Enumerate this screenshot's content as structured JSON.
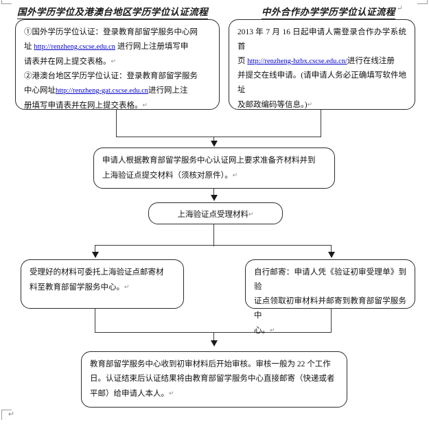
{
  "page": {
    "end_of_paragraph_mark": "↵"
  },
  "flow": {
    "titles": {
      "left": "国外学历学位及港澳台地区学历学位认证流程",
      "right": "中外合作办学学历学位认证流程",
      "right_mark": "↵"
    },
    "nodes": {
      "overseas": {
        "name": "overseas-degree-node",
        "line1": "①国外学历学位认证：登录教育部留学服务中心网",
        "line2_pre": "址",
        "url1": "http://renzheng.cscse.edu.cn",
        "line2_post": "进行网上注册填写申",
        "line3": "请表并在网上提交表格。",
        "line4": "②港澳台地区学历学位认证：登录教育部留学服务",
        "line5_pre": "中心网址",
        "url2": "http://renzheng-gat.cscse.edu.cn",
        "line5_post": "进行网上注",
        "line6": "册填写申请表并在网上提交表格。",
        "mark": "↵"
      },
      "joint": {
        "name": "joint-program-node",
        "line1": "2013 年 7 月 16 日起申请人需登录合作办学系统首",
        "line2_pre": "页",
        "url": "http://renzheng-hzbx.cscse.edu.cn/",
        "line2_post": "进行在线注册",
        "line3": "并提交在线申请。(请申请人务必正确填写软件地址",
        "line4": "及邮政编码等信息。)",
        "mark": "↵"
      },
      "prepare": {
        "name": "prepare-materials-node",
        "line1": "申请人根据教育部留学服务中心认证网上要求准备齐材料并到",
        "line2": "上海验证点提交材料（须核对原件）。",
        "mark": "↵"
      },
      "accept": {
        "name": "shanghai-accept-node",
        "line1": "上海验证点受理材料",
        "mark": "↵"
      },
      "mail_site": {
        "name": "mail-by-site-node",
        "line1": "受理好的材料可委托上海验证点邮寄材",
        "line2": "料至教育部留学服务中心。",
        "mark": "↵"
      },
      "mail_self": {
        "name": "mail-by-self-node",
        "line1": "自行邮寄：申请人凭《验证初审受理单》到验",
        "line2": "证点领取初审材料并邮寄到教育部留学服务中",
        "line3": "心。",
        "mark": "↵"
      },
      "review": {
        "name": "review-result-node",
        "line1": "教育部留学服务中心收到初审材料后开始审核。审核一般为 22 个工作",
        "line2": "日。认证结束后认证结果将由教育部留学服务中心直接邮寄（快递或者",
        "line3": "平邮）给申请人本人。",
        "mark": "↵"
      }
    }
  }
}
